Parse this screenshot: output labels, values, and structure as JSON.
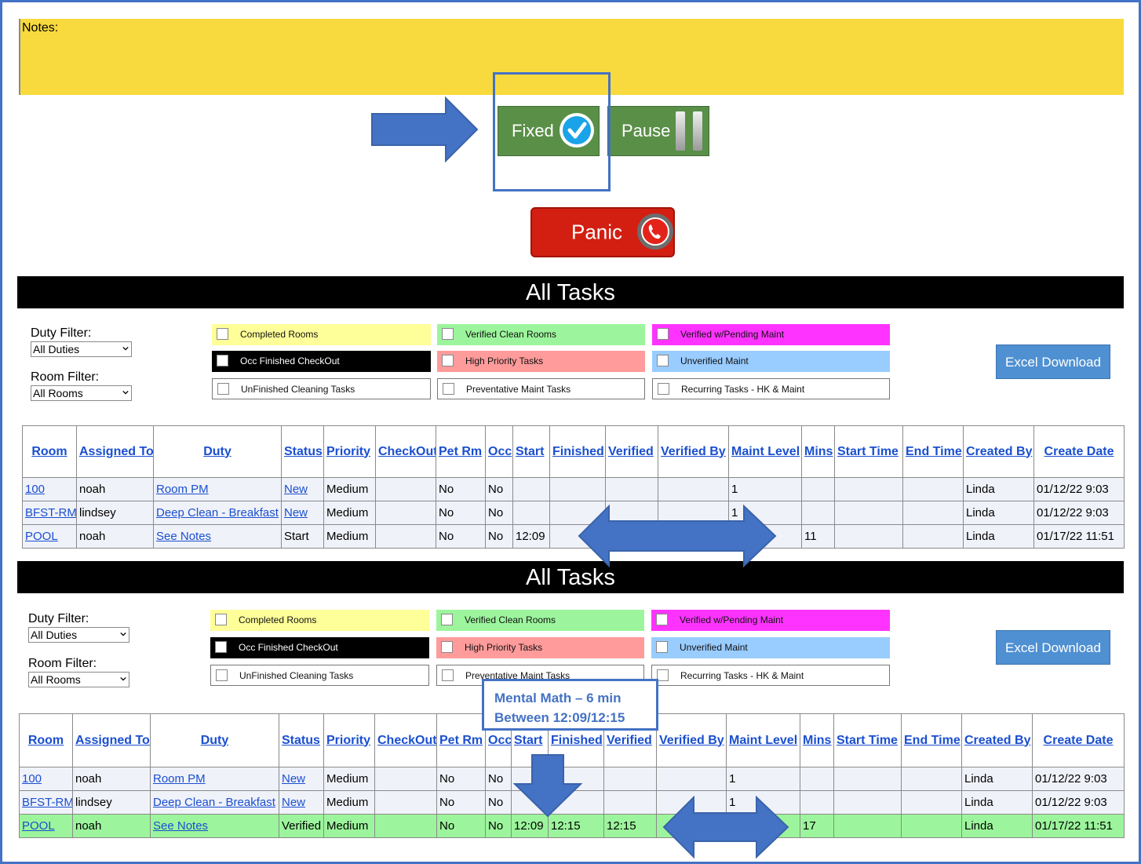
{
  "notes": {
    "label": "Notes:"
  },
  "actions": {
    "fixed_label": "Fixed",
    "pause_label": "Pause",
    "panic_label": "Panic"
  },
  "sections": [
    {
      "title": "All Tasks",
      "duty_filter_label": "Duty Filter:",
      "duty_filter_value": "All Duties",
      "room_filter_label": "Room Filter:",
      "room_filter_value": "All Rooms",
      "excel_label": "Excel Download",
      "rows": [
        {
          "room": "100",
          "assigned_to": "noah",
          "duty": "Room PM",
          "status": "New",
          "priority": "Medium",
          "checkout": "",
          "pet_rm": "No",
          "occ": "No",
          "start": "",
          "finished": "",
          "verified": "",
          "verified_by": "",
          "maint_level": "1",
          "mins": "",
          "start_time": "",
          "end_time": "",
          "created_by": "Linda",
          "create_date": "01/12/22 9:03"
        },
        {
          "room": "BFST-RM",
          "assigned_to": "lindsey",
          "duty": "Deep Clean - Breakfast",
          "status": "New",
          "priority": "Medium",
          "checkout": "",
          "pet_rm": "No",
          "occ": "No",
          "start": "",
          "finished": "",
          "verified": "",
          "verified_by": "",
          "maint_level": "1",
          "mins": "",
          "start_time": "",
          "end_time": "",
          "created_by": "Linda",
          "create_date": "01/12/22 9:03"
        },
        {
          "room": "POOL",
          "assigned_to": "noah",
          "duty": "See Notes",
          "status": "Start",
          "priority": "Medium",
          "checkout": "",
          "pet_rm": "No",
          "occ": "No",
          "start": "12:09",
          "finished": "",
          "verified": "",
          "verified_by": "",
          "maint_level": "",
          "mins": "11",
          "start_time": "",
          "end_time": "",
          "created_by": "Linda",
          "create_date": "01/17/22 11:51"
        }
      ]
    },
    {
      "title": "All Tasks",
      "duty_filter_label": "Duty Filter:",
      "duty_filter_value": "All Duties",
      "room_filter_label": "Room Filter:",
      "room_filter_value": "All Rooms",
      "excel_label": "Excel Download",
      "rows": [
        {
          "room": "100",
          "assigned_to": "noah",
          "duty": "Room PM",
          "status": "New",
          "priority": "Medium",
          "checkout": "",
          "pet_rm": "No",
          "occ": "No",
          "start": "",
          "finished": "",
          "verified": "",
          "verified_by": "",
          "maint_level": "1",
          "mins": "",
          "start_time": "",
          "end_time": "",
          "created_by": "Linda",
          "create_date": "01/12/22 9:03"
        },
        {
          "room": "BFST-RM",
          "assigned_to": "lindsey",
          "duty": "Deep Clean - Breakfast",
          "status": "New",
          "priority": "Medium",
          "checkout": "",
          "pet_rm": "No",
          "occ": "No",
          "start": "",
          "finished": "",
          "verified": "",
          "verified_by": "",
          "maint_level": "1",
          "mins": "",
          "start_time": "",
          "end_time": "",
          "created_by": "Linda",
          "create_date": "01/12/22 9:03"
        },
        {
          "room": "POOL",
          "assigned_to": "noah",
          "duty": "See Notes",
          "status": "Verified",
          "priority": "Medium",
          "checkout": "",
          "pet_rm": "No",
          "occ": "No",
          "start": "12:09",
          "finished": "12:15",
          "verified": "12:15",
          "verified_by": "",
          "maint_level": "",
          "mins": "17",
          "start_time": "",
          "end_time": "",
          "created_by": "Linda",
          "create_date": "01/17/22 11:51"
        }
      ]
    }
  ],
  "legend": {
    "completed_rooms": "Completed Rooms",
    "verified_clean_rooms": "Verified Clean Rooms",
    "verified_pending_maint": "Verified w/Pending Maint",
    "occ_finished_checkout": "Occ Finished CheckOut",
    "high_priority_tasks": "High Priority Tasks",
    "unverified_maint": "Unverified Maint",
    "unfinished_cleaning_tasks": "UnFinished Cleaning Tasks",
    "preventative_maint_tasks": "Preventative Maint Tasks",
    "recurring_tasks": "Recurring Tasks - HK & Maint"
  },
  "columns": {
    "room": "Room",
    "assigned_to": "Assigned To",
    "duty": "Duty",
    "status": "Status",
    "priority": "Priority",
    "checkout": "CheckOut",
    "pet_rm": "Pet Rm",
    "occ": "Occ",
    "start": "Start",
    "finished": "Finished",
    "verified": "Verified",
    "verified_by": "Verified By",
    "maint_level": "Maint Level",
    "mins": "Mins",
    "start_time": "Start Time",
    "end_time": "End Time",
    "created_by": "Created By",
    "create_date": "Create Date"
  },
  "annotation": {
    "line1": "Mental Math – 6 min",
    "line2": "Between 12:09/12:15"
  },
  "colors": {
    "notes_bg": "#f9da3e",
    "button_green": "#5a8f48",
    "panic_red": "#d21f12",
    "arrow_blue": "#4472c4",
    "completed": "#ffff99",
    "verified_clean": "#9cf59c",
    "pending_maint": "#ff33ff",
    "occ_checkout": "#000000",
    "high_priority": "#ff9b9b",
    "unverified_maint": "#99ccff",
    "excel_blue": "#4f90d2"
  },
  "icons": {
    "fixed": "check-circle-icon",
    "pause": "pause-icon",
    "panic": "phone-icon",
    "dropdown": "chevron-down-icon"
  }
}
